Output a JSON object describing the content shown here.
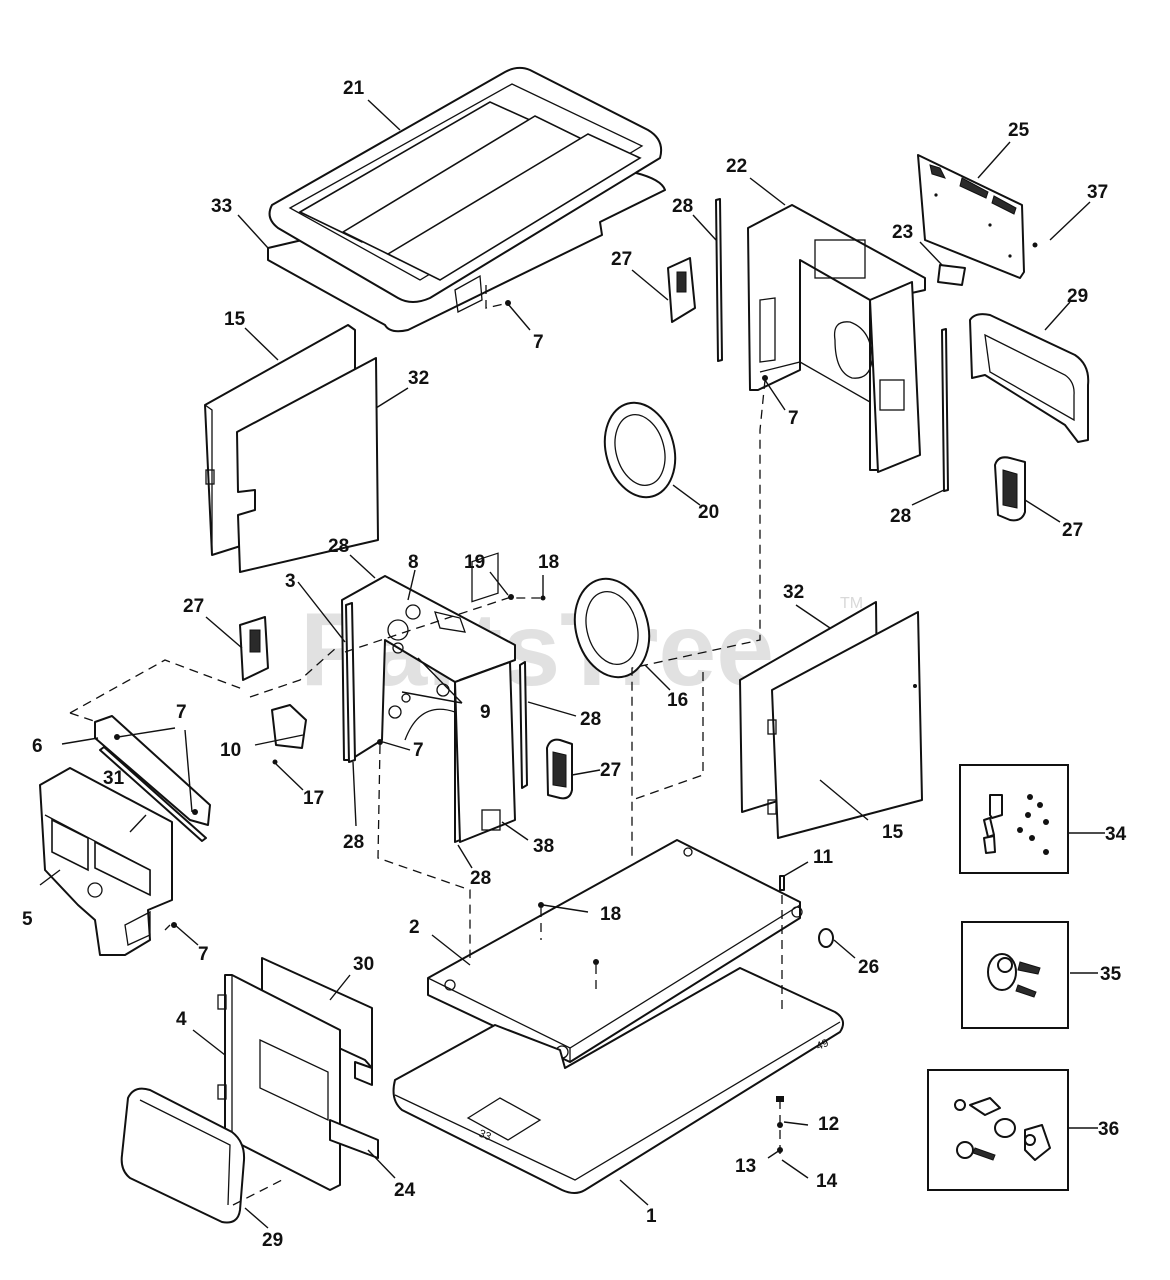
{
  "watermark": {
    "text": "PartsTree",
    "tm": "TM"
  },
  "callouts": {
    "c1": "1",
    "c2": "2",
    "c3": "3",
    "c4": "4",
    "c5": "5",
    "c6": "6",
    "c7a": "7",
    "c7b": "7",
    "c7c": "7",
    "c7d": "7",
    "c7e": "7",
    "c8": "8",
    "c9": "9",
    "c10": "10",
    "c11": "11",
    "c12": "12",
    "c13": "13",
    "c14": "14",
    "c15a": "15",
    "c15b": "15",
    "c16": "16",
    "c17": "17",
    "c18a": "18",
    "c18b": "18",
    "c19": "19",
    "c20": "20",
    "c21": "21",
    "c22": "22",
    "c23": "23",
    "c24": "24",
    "c25": "25",
    "c26": "26",
    "c27a": "27",
    "c27b": "27",
    "c27c": "27",
    "c27d": "27",
    "c28a": "28",
    "c28b": "28",
    "c28c": "28",
    "c28d": "28",
    "c28e": "28",
    "c28f": "28",
    "c29a": "29",
    "c29b": "29",
    "c30": "30",
    "c31": "31",
    "c32a": "32",
    "c32b": "32",
    "c33": "33",
    "c34": "34",
    "c35": "35",
    "c36": "36",
    "c37": "37",
    "c38": "38"
  },
  "stamps": {
    "base_left": "33",
    "base_right": "49"
  }
}
